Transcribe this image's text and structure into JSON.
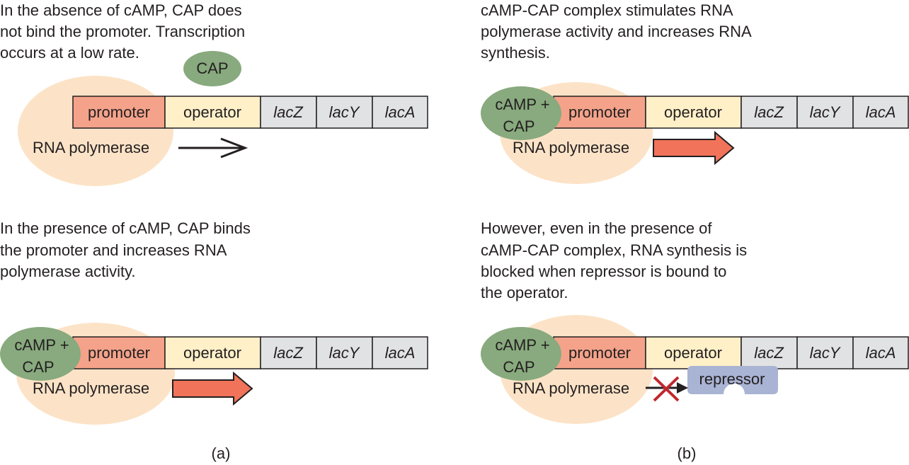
{
  "colors": {
    "polymerase": "#fce3c7",
    "cap": "#88aa7e",
    "promoter": "#f4a38a",
    "operator": "#fff0c8",
    "gene": "#e1e2e3",
    "outline": "#231f20",
    "arrow_fill": "#f0735a",
    "repressor": "#a9b3d3",
    "blocked_x": "#c1272d"
  },
  "segments": {
    "promoter": "promoter",
    "operator": "operator",
    "lacZ": "lacZ",
    "lacY": "lacY",
    "lacA": "lacA"
  },
  "labels": {
    "rna_polymerase": "RNA polymerase",
    "cap": "CAP",
    "camp_plus": "cAMP +",
    "camp_cap": "CAP",
    "repressor": "repressor"
  },
  "panels": {
    "a_top": {
      "caption": [
        "In the absence of cAMP, CAP does",
        "not bind the promoter. Transcription",
        "occurs at a low rate."
      ]
    },
    "a_bottom": {
      "caption": [
        "In the presence of cAMP, CAP binds",
        "the promoter and increases RNA",
        "polymerase activity."
      ]
    },
    "b_top": {
      "caption": [
        "cAMP-CAP complex stimulates RNA",
        "polymerase activity and increases RNA",
        "synthesis."
      ]
    },
    "b_bottom": {
      "caption": [
        "However, even in the presence of",
        "cAMP-CAP complex, RNA synthesis is",
        "blocked when repressor is bound to",
        "the operator."
      ]
    }
  },
  "panel_labels": {
    "a": "(a)",
    "b": "(b)"
  }
}
